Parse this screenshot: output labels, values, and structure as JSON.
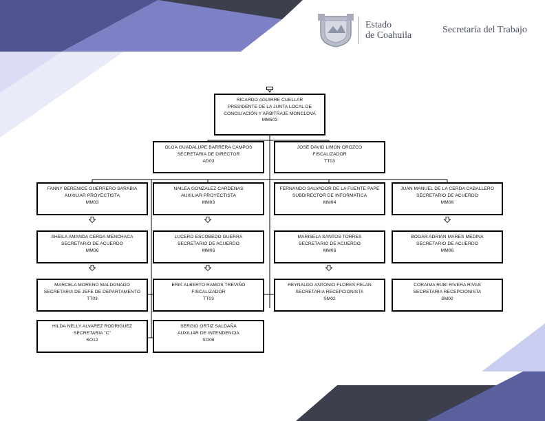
{
  "header": {
    "estado_line1": "Estado",
    "estado_line2": "de Coahuila",
    "secretaria": "Secretaría del Trabajo"
  },
  "org": {
    "root": {
      "name": "RICARDO AGUIRRE CUELLAR",
      "title_1": "PRESIDENTE DE LA JUNTA LOCAL DE",
      "title_2": "CONCILIACIÓN Y ARBITRAJE MONCLOVA",
      "code": "MM503"
    },
    "level2": [
      {
        "name": "OLGA GUADALUPE BARRERA CAMPOS",
        "title": "SECRETARIA DE DIRECTOR",
        "code": "AD03"
      },
      {
        "name": "JOSE DAVID LIMON OROZCO",
        "title": "FISCALIZADOR",
        "code": "TT03"
      }
    ],
    "col1": [
      {
        "name": "FANNY BERENICE GUERRERO SARABIA",
        "title": "AUXILIAR PROYECTISTA",
        "code": "MM03"
      },
      {
        "name": "SHEILA AMANDA CERDA MENCHACA",
        "title": "SECRETARIO DE ACUERDO",
        "code": "MM06"
      },
      {
        "name": "MARCELA MORENO MALDONADO",
        "title": "SECRETARIA DE JEFE DE DEPARTAMENTO",
        "code": "TT03"
      },
      {
        "name": "HILDA NELLY ALVAREZ RODRIGUEZ",
        "title": "SECRETARIA \"C\"",
        "code": "SO12"
      }
    ],
    "col2": [
      {
        "name": "NAILEA GONZALEZ CARDENAS",
        "title": "AUXILIAR PROYECTISTA",
        "code": "MM03"
      },
      {
        "name": "LUCERO ESCOBEDO GUERRA",
        "title": "SECRETARIO DE ACUERDO",
        "code": "MM06"
      },
      {
        "name": "ERIK ALBERTO RAMOS TREVIÑO",
        "title": "FISCALIZADOR",
        "code": "TT03"
      },
      {
        "name": "SERGIO ORTIZ SALDAÑA",
        "title": "AUXILIAR DE INTENDENCIA",
        "code": "SO06"
      }
    ],
    "col3": [
      {
        "name": "FERNANDO SALVADOR DE LA FUENTE PAPE",
        "title": "SUBDIRECTOR DE INFORMATICA",
        "code": "MM04"
      },
      {
        "name": "MARISELA SANTOS TORRES",
        "title": "SECRETARIO DE ACUERDO",
        "code": "MM06"
      },
      {
        "name": "REYNALDO ANTONIO FLORES FELAN",
        "title": "SECRETARIA RECEPCIONISTA",
        "code": "SM02"
      }
    ],
    "col4": [
      {
        "name": "JUAN MANUEL DE LA CERDA CABALLERO",
        "title": "SECRETARIO DE ACUERDO",
        "code": "MM06"
      },
      {
        "name": "BOGAR ADRIAN MARES MEDINA",
        "title": "SECRETARIO DE ACUERDO",
        "code": "MM06"
      },
      {
        "name": "CORAIMA RUBI RIVERA RIVAS",
        "title": "SECRETARIA RECEPCIONISTA",
        "code": "SM02"
      }
    ]
  },
  "icons": [
    "expand-icon"
  ],
  "colors": {
    "accent_blue": "#5a5f9e",
    "dark": "#3c3f4d",
    "light_blue": "#c9cdef"
  }
}
